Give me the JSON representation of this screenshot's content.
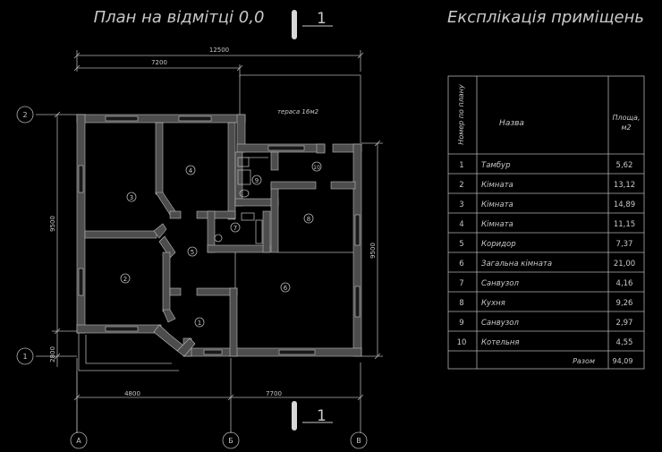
{
  "plan": {
    "title": "План на відмітці 0,0",
    "section_mark": "1",
    "terrace_label": "тераса 16м2",
    "room_numbers": [
      "1",
      "2",
      "3",
      "4",
      "5",
      "6",
      "7",
      "8",
      "9",
      "10"
    ],
    "dimensions": {
      "top_total": "12500",
      "top_left": "7200",
      "bottom_left": "4800",
      "bottom_right": "7700",
      "left_main": "9500",
      "left_lower": "2800",
      "right_main": "9500"
    },
    "axes": {
      "row_top": "2",
      "row_bottom": "1",
      "col_a": "А",
      "col_b": "Б",
      "col_c": "В"
    }
  },
  "explication": {
    "title": "Експлікація приміщень",
    "headers": {
      "number": "Номер по плану",
      "name": "Назва",
      "area": "Площа, м2"
    },
    "rows": [
      {
        "num": "1",
        "name": "Тамбур",
        "area": "5,62"
      },
      {
        "num": "2",
        "name": "Кімната",
        "area": "13,12"
      },
      {
        "num": "3",
        "name": "Кімната",
        "area": "14,89"
      },
      {
        "num": "4",
        "name": "Кімната",
        "area": "11,15"
      },
      {
        "num": "5",
        "name": "Коридор",
        "area": "7,37"
      },
      {
        "num": "6",
        "name": "Загальна кімната",
        "area": "21,00"
      },
      {
        "num": "7",
        "name": "Санвузол",
        "area": "4,16"
      },
      {
        "num": "8",
        "name": "Кухня",
        "area": "9,26"
      },
      {
        "num": "9",
        "name": "Санвузол",
        "area": "2,97"
      },
      {
        "num": "10",
        "name": "Котельня",
        "area": "4,55"
      }
    ],
    "total_label": "Разом",
    "total_value": "94,09"
  }
}
